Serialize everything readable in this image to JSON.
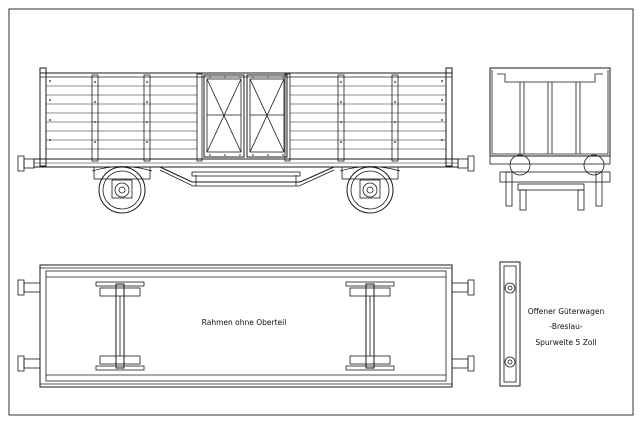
{
  "drawing": {
    "frame_caption": "Rahmen ohne Oberteil",
    "title_line1": "Offener Güterwagen",
    "title_line2": "-Breslau-",
    "title_line3": "Spurweite 5 Zoll"
  },
  "style": {
    "ink": "#1a1a1a",
    "paper": "#ffffff"
  }
}
